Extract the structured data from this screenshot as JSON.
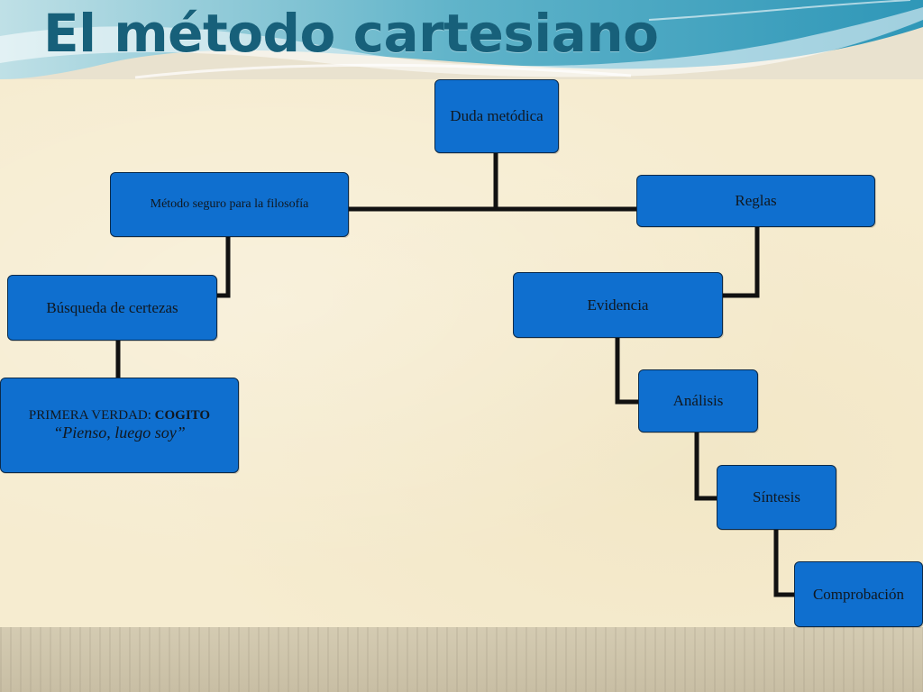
{
  "title": "El método cartesiano",
  "colors": {
    "node_fill": "#0f6fcf",
    "node_border": "#0b2a4a",
    "connector": "#111111",
    "title": "#17607a",
    "panel": "#f6ecd0"
  },
  "nodes": {
    "duda": "Duda metódica",
    "metodo": "Método seguro para la filosofía",
    "reglas": "Reglas",
    "busqueda": "Búsqueda de certezas",
    "evidencia": "Evidencia",
    "primera_prefix": "PRIMERA VERDAD: ",
    "primera_bold": "COGITO",
    "primera_quote": "“Pienso, luego soy”",
    "analisis": "Análisis",
    "sintesis": "Síntesis",
    "comprobacion": "Comprobación"
  }
}
